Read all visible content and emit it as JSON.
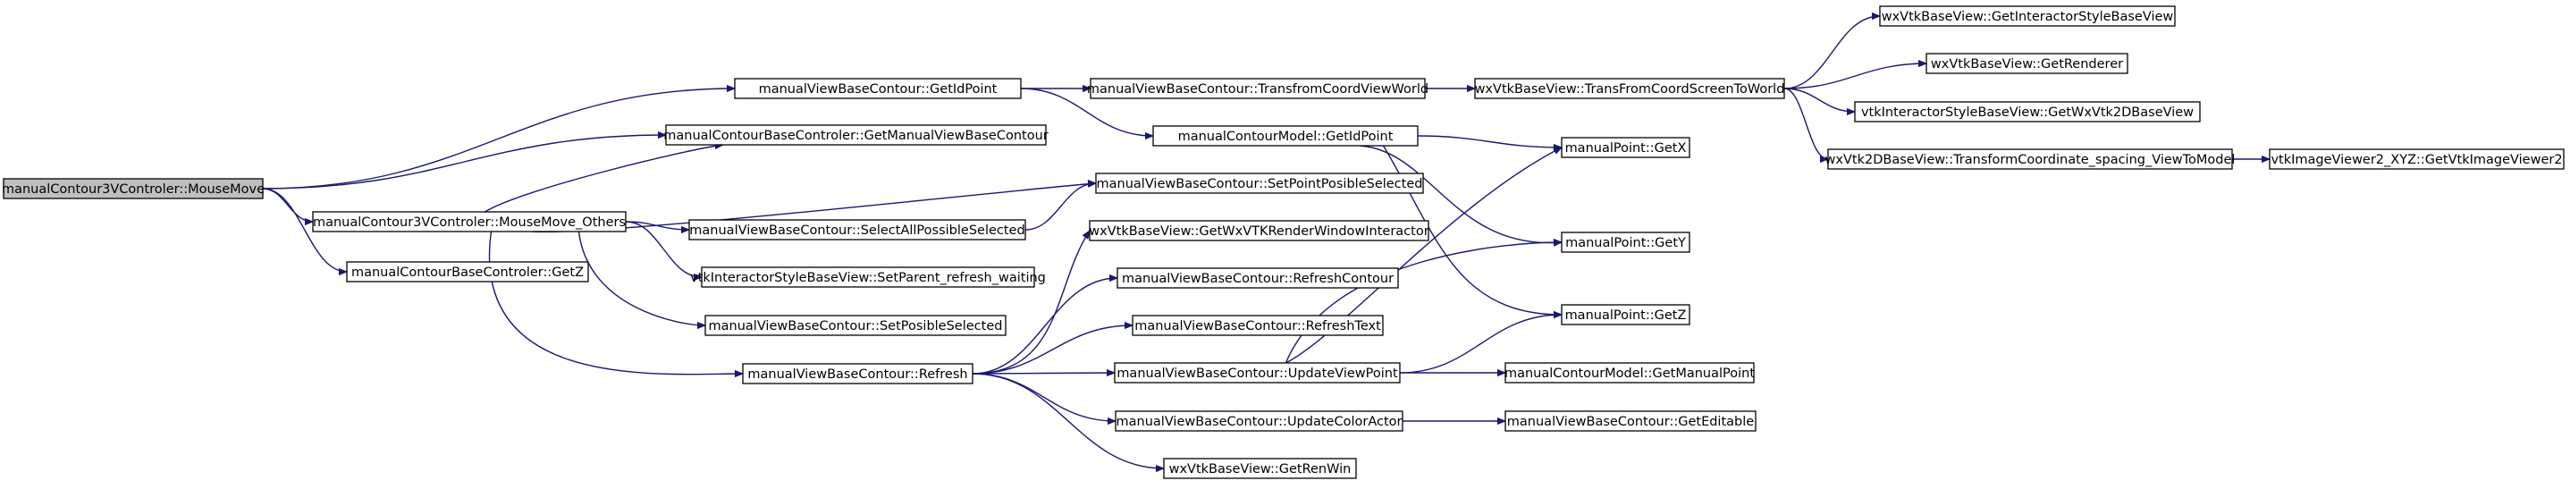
{
  "nodes": [
    {
      "id": "n0",
      "label": "manualContour3VControler::MouseMove",
      "root": true
    },
    {
      "id": "n1",
      "label": "manualViewBaseContour::GetIdPoint"
    },
    {
      "id": "n2",
      "label": "manualContourBaseControler::GetManualViewBaseContour"
    },
    {
      "id": "n3",
      "label": "manualContour3VControler::MouseMove_Others"
    },
    {
      "id": "n4",
      "label": "manualContourBaseControler::GetZ"
    },
    {
      "id": "n5",
      "label": "manualViewBaseContour::TransfromCoordViewWorld"
    },
    {
      "id": "n6",
      "label": "manualContourModel::GetIdPoint"
    },
    {
      "id": "n7",
      "label": "manualViewBaseContour::SetPointPosibleSelected"
    },
    {
      "id": "n8",
      "label": "manualViewBaseContour::SelectAllPossibleSelected"
    },
    {
      "id": "n9",
      "label": "vtkInteractorStyleBaseView::SetParent_refresh_waiting"
    },
    {
      "id": "n10",
      "label": "manualViewBaseContour::SetPosibleSelected"
    },
    {
      "id": "n11",
      "label": "manualViewBaseContour::Refresh"
    },
    {
      "id": "n12",
      "label": "wxVtkBaseView::TransFromCoordScreenToWorld"
    },
    {
      "id": "n13",
      "label": "manualPoint::GetX"
    },
    {
      "id": "n14",
      "label": "manualPoint::GetY"
    },
    {
      "id": "n15",
      "label": "manualPoint::GetZ"
    },
    {
      "id": "n16",
      "label": "wxVtkBaseView::GetWxVTKRenderWindowInteractor"
    },
    {
      "id": "n17",
      "label": "manualViewBaseContour::RefreshContour"
    },
    {
      "id": "n18",
      "label": "manualViewBaseContour::RefreshText"
    },
    {
      "id": "n19",
      "label": "manualViewBaseContour::UpdateViewPoint"
    },
    {
      "id": "n20",
      "label": "manualViewBaseContour::UpdateColorActor"
    },
    {
      "id": "n21",
      "label": "wxVtkBaseView::GetRenWin"
    },
    {
      "id": "n22",
      "label": "wxVtkBaseView::GetInteractorStyleBaseView"
    },
    {
      "id": "n23",
      "label": "wxVtkBaseView::GetRenderer"
    },
    {
      "id": "n24",
      "label": "vtkInteractorStyleBaseView::GetWxVtk2DBaseView"
    },
    {
      "id": "n25",
      "label": "wxVtk2DBaseView::TransformCoordinate_spacing_ViewToModel"
    },
    {
      "id": "n26",
      "label": "vtkImageViewer2_XYZ::GetVtkImageViewer2"
    },
    {
      "id": "n27",
      "label": "manualContourModel::GetManualPoint"
    },
    {
      "id": "n28",
      "label": "manualViewBaseContour::GetEditable"
    }
  ],
  "edges": [
    [
      "n0",
      "n1"
    ],
    [
      "n0",
      "n2"
    ],
    [
      "n0",
      "n3"
    ],
    [
      "n0",
      "n4"
    ],
    [
      "n1",
      "n5"
    ],
    [
      "n1",
      "n6"
    ],
    [
      "n3",
      "n2"
    ],
    [
      "n3",
      "n7"
    ],
    [
      "n3",
      "n8"
    ],
    [
      "n3",
      "n9"
    ],
    [
      "n3",
      "n10"
    ],
    [
      "n3",
      "n11"
    ],
    [
      "n5",
      "n12"
    ],
    [
      "n6",
      "n13"
    ],
    [
      "n6",
      "n14"
    ],
    [
      "n6",
      "n15"
    ],
    [
      "n8",
      "n7"
    ],
    [
      "n11",
      "n16"
    ],
    [
      "n11",
      "n17"
    ],
    [
      "n11",
      "n18"
    ],
    [
      "n11",
      "n19"
    ],
    [
      "n11",
      "n20"
    ],
    [
      "n11",
      "n21"
    ],
    [
      "n12",
      "n22"
    ],
    [
      "n12",
      "n23"
    ],
    [
      "n12",
      "n24"
    ],
    [
      "n12",
      "n25"
    ],
    [
      "n25",
      "n26"
    ],
    [
      "n19",
      "n13"
    ],
    [
      "n19",
      "n14"
    ],
    [
      "n19",
      "n15"
    ],
    [
      "n19",
      "n27"
    ],
    [
      "n20",
      "n28"
    ]
  ],
  "colors": {
    "edge": "#191970",
    "node_border": "#000000",
    "node_fill": "#ffffff",
    "root_fill": "#bfbfbf"
  }
}
